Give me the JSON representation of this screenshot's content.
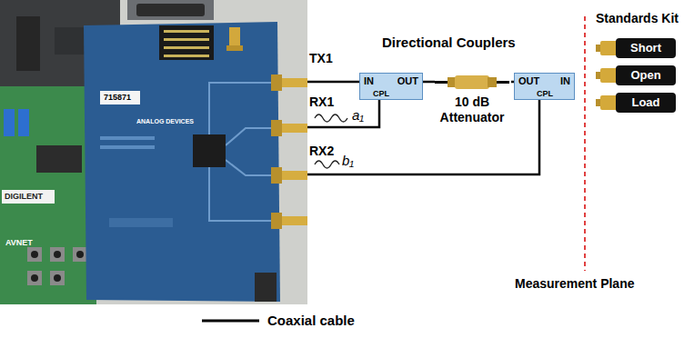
{
  "diagram": {
    "nodes": [
      {
        "text": [
          "TX1"
        ]
      },
      {
        "text": [
          "RX1"
        ]
      },
      {
        "text": [
          "RX2"
        ]
      },
      {
        "text": [
          "IN",
          "CPL",
          "OUT"
        ]
      },
      {
        "text": [
          "10 dB Attenuator"
        ]
      },
      {
        "text": [
          "OUT",
          "CPL",
          "IN"
        ]
      },
      {
        "text": [
          "Short"
        ]
      },
      {
        "text": [
          "Open"
        ]
      },
      {
        "text": [
          "Load"
        ]
      }
    ],
    "edges": [
      {
        "from": 0,
        "to": 3,
        "arrow": "none"
      },
      {
        "from": 3,
        "to": 1,
        "label": "a₁",
        "arrow": "none"
      },
      {
        "from": 3,
        "to": 4,
        "arrow": "none"
      },
      {
        "from": 4,
        "to": 5,
        "arrow": "none"
      },
      {
        "from": 5,
        "to": 2,
        "label": "b₁",
        "arrow": "none"
      }
    ],
    "labels": [
      "Directional Couplers",
      "Standards Kit",
      "Measurement Plane",
      "ANALOG DEVICES",
      "715871",
      "DIGILENT",
      "AVNET"
    ],
    "legend": [
      {
        "text": "Coaxial cable"
      }
    ]
  }
}
